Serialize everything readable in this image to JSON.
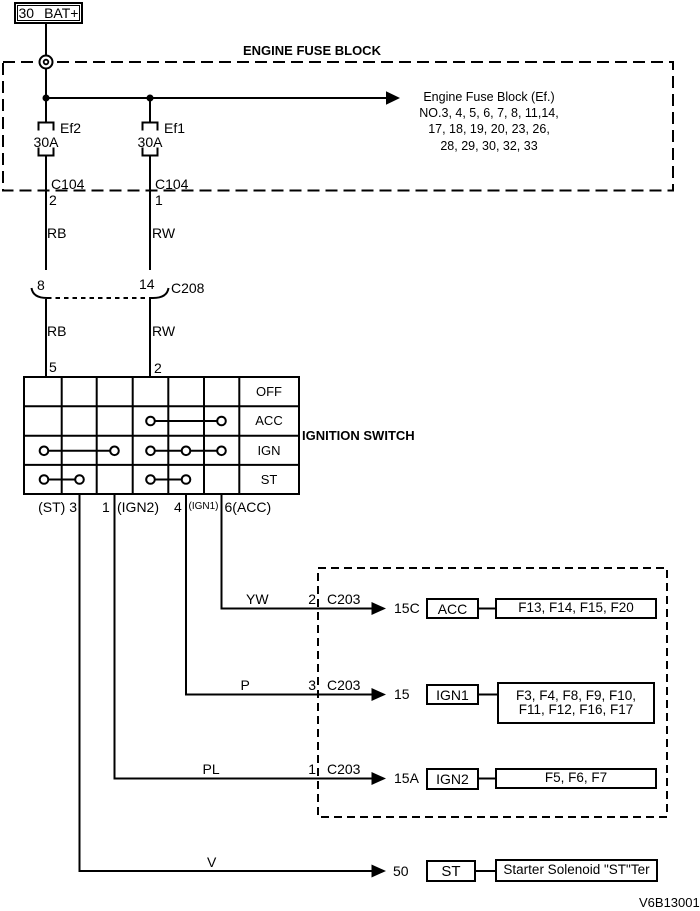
{
  "doc_number": "V6B13001",
  "battery": {
    "terminal": "30",
    "label": "BAT+"
  },
  "fuse_block": {
    "title": "ENGINE FUSE BLOCK",
    "callout_title": "Engine Fuse Block (Ef.)",
    "callout_lines": [
      "NO.3, 4, 5, 6, 7, 8, 11,14,",
      "17, 18, 19, 20, 23, 26,",
      "28, 29, 30, 32, 33"
    ],
    "fuse_left": {
      "name": "Ef2",
      "rating": "30A"
    },
    "fuse_right": {
      "name": "Ef1",
      "rating": "30A"
    }
  },
  "branch_left": {
    "connector": "C104",
    "pin": "2",
    "wire_upper": "RB",
    "c208_pin": "8",
    "wire_lower": "RB",
    "switch_pin": "5"
  },
  "branch_right": {
    "connector": "C104",
    "pin": "1",
    "wire_upper": "RW",
    "c208_pin": "14",
    "wire_lower": "RW",
    "switch_pin": "2"
  },
  "c208_label": "C208",
  "ignition_switch": {
    "title": "IGNITION SWITCH",
    "positions": [
      "OFF",
      "ACC",
      "IGN",
      "ST"
    ],
    "terminals": {
      "st_group": "(ST) 3",
      "ign2_pin": "1",
      "ign2_name": "(IGN2)",
      "ign1_pin": "4",
      "ign1_name": "(IGN1)",
      "acc_name": "6(ACC)"
    }
  },
  "outputs": [
    {
      "wire": "YW",
      "pin": "2",
      "connector": "C203",
      "terminal": "15C",
      "name": "ACC",
      "fuse_lines": [
        "F13, F14, F15, F20"
      ]
    },
    {
      "wire": "P",
      "pin": "3",
      "connector": "C203",
      "terminal": "15",
      "name": "IGN1",
      "fuse_lines": [
        "F3, F4, F8, F9, F10,",
        "F11, F12, F16, F17"
      ]
    },
    {
      "wire": "PL",
      "pin": "1",
      "connector": "C203",
      "terminal": "15A",
      "name": "IGN2",
      "fuse_lines": [
        "F5, F6, F7"
      ]
    },
    {
      "wire": "V",
      "terminal": "50",
      "name": "ST",
      "fuse_lines": [
        "Starter Solenoid \"ST\"Ter"
      ]
    }
  ]
}
